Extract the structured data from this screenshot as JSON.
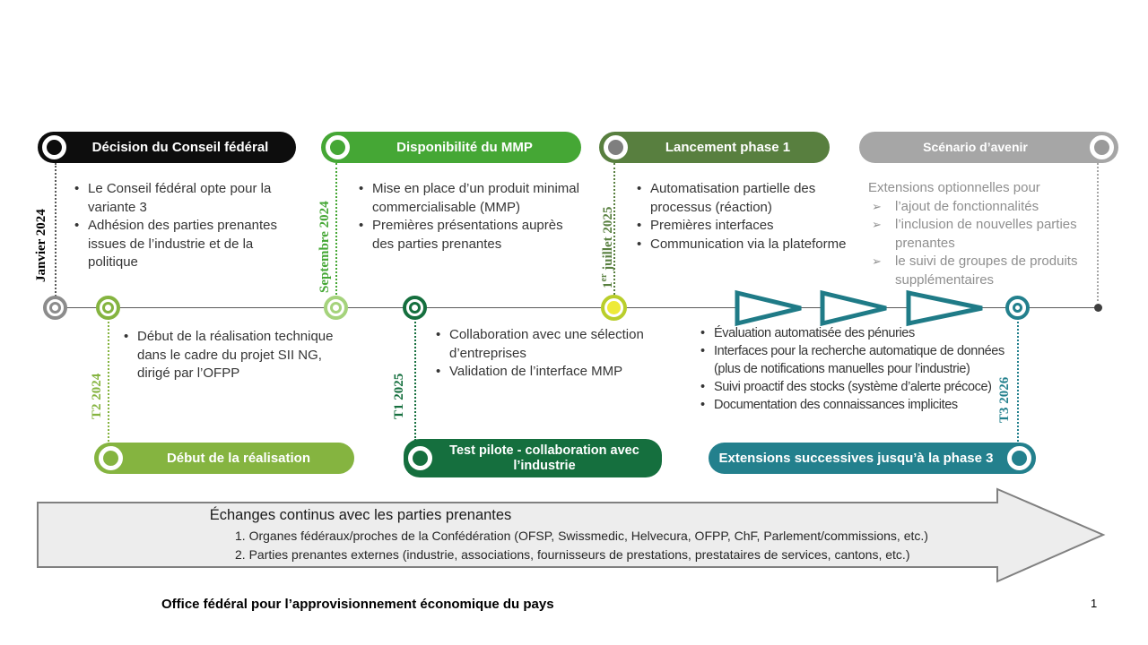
{
  "colors": {
    "decision_black": "#0d0d0d",
    "mmp_green": "#45a735",
    "phase1_olive": "#587f3f",
    "future_gray": "#a6a6a6",
    "realisation_lime": "#85b440",
    "pilote_darkgreen": "#156f3e",
    "extensions_teal": "#23808d",
    "july_yellow": "#eeea38",
    "july_ring": "#b9ce2b",
    "timeline_gray": "#595959",
    "banner_fill": "#ededed",
    "banner_border": "#808080"
  },
  "milestones_top": [
    {
      "title": "Décision du Conseil fédéral",
      "date_label": "Janvier 2024",
      "bullets": [
        "Le Conseil fédéral opte pour la variante 3",
        "Adhésion des parties prenantes issues de l’industrie et de la politique"
      ]
    },
    {
      "title": "Disponibilité du MMP",
      "date_label": "Septembre 2024",
      "bullets": [
        "Mise en place d’un produit minimal commercialisable (MMP)",
        "Premières présentations auprès des parties prenantes"
      ]
    },
    {
      "title": "Lancement phase 1",
      "date_label": {
        "num": "1",
        "sup": "er",
        "rest": " juillet 2025"
      },
      "bullets": [
        "Automatisation partielle des processus (réaction)",
        "Premières interfaces",
        "Communication via la plateforme"
      ]
    },
    {
      "title": "Scénario d’avenir",
      "intro": "Extensions optionnelles pour",
      "arrow_bullets": [
        "l’ajout de fonctionnalités",
        "l’inclusion de nouvelles parties prenantes",
        "le suivi de groupes de produits supplémentaires"
      ]
    }
  ],
  "milestones_bottom": [
    {
      "title": "Début de la réalisation",
      "date_label": "T2 2024",
      "bullets": [
        "Début de la réalisation technique dans le cadre du projet SII NG, dirigé par l’OFPP"
      ]
    },
    {
      "title": "Test pilote - collaboration avec l’industrie",
      "date_label": "T1 2025",
      "bullets": [
        "Collaboration avec une sélection d’entreprises",
        "Validation de l’interface MMP"
      ]
    },
    {
      "title": "Extensions successives jusqu’à la phase 3",
      "date_label": "T3 2026",
      "bullets": [
        "Évaluation automatisée des pénuries",
        "Interfaces pour la recherche automatique de données (plus de notifications manuelles pour l’industrie)",
        "Suivi proactif des stocks (système d’alerte précoce)",
        "Documentation des connaissances implicites"
      ]
    }
  ],
  "banner": {
    "title": "Échanges continus avec les parties prenantes",
    "lines": [
      "1. Organes fédéraux/proches de la Confédération (OFSP, Swissmedic, Helvecura, OFPP, ChF, Parlement/commissions, etc.)",
      "2. Parties prenantes externes (industrie, associations, fournisseurs de prestations, prestataires de services, cantons, etc.)"
    ]
  },
  "footer": {
    "text": "Office fédéral pour l’approvisionnement économique du pays",
    "page_number": "1"
  }
}
